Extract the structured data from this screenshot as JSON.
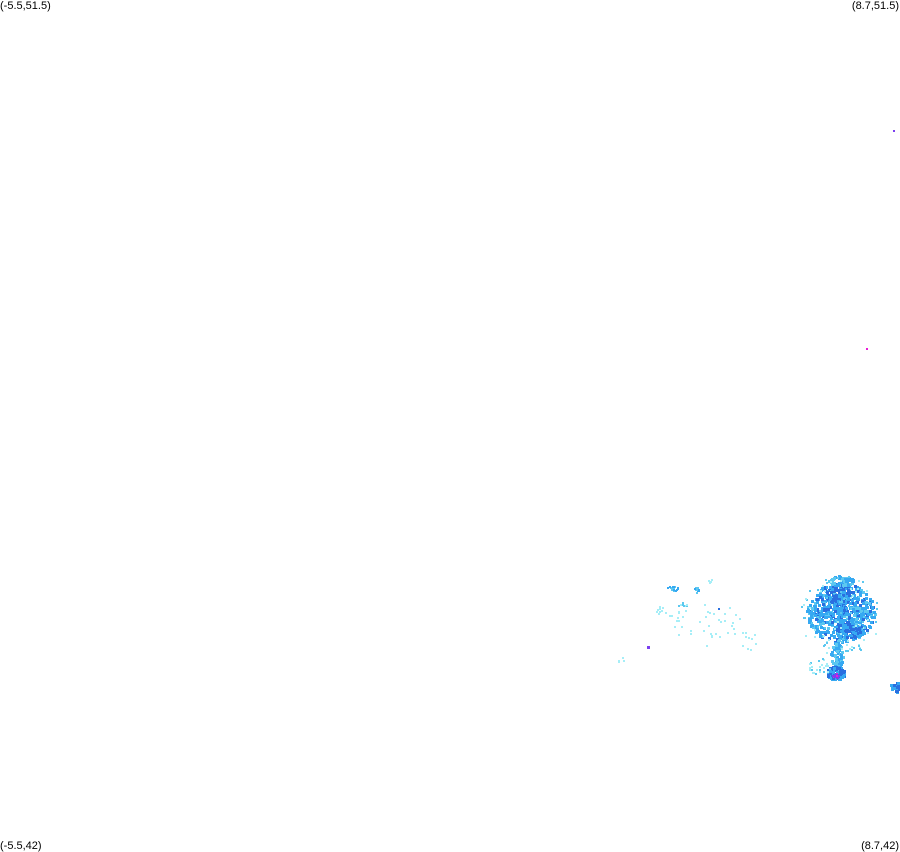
{
  "corners": {
    "top_left": "(-5.5,51.5)",
    "top_right": "(8.7,51.5)",
    "bottom_left": "(-5.5,42)",
    "bottom_right": "(8.7,42)"
  },
  "colors": {
    "light_cyan": "#a6eef7",
    "cyan": "#5cc8f0",
    "light_blue": "#36a9f2",
    "blue": "#2a6fe0",
    "purple": "#7b3ff0",
    "magenta": "#e81ad6"
  }
}
